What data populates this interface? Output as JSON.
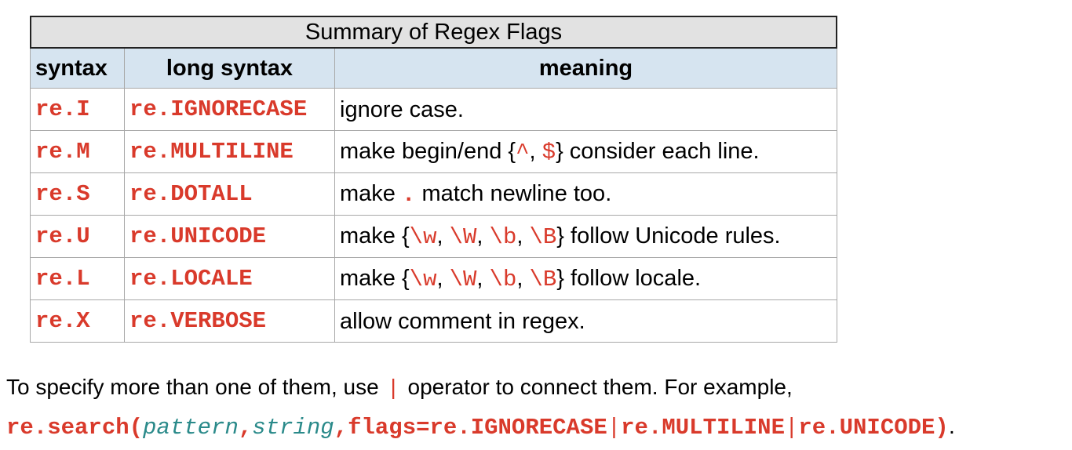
{
  "table": {
    "caption": "Summary of Regex Flags",
    "headers": [
      "syntax",
      "long syntax",
      "meaning"
    ],
    "rows": [
      {
        "syntax": "re.I",
        "long": "re.IGNORECASE",
        "meaning": "ignore case."
      },
      {
        "syntax": "re.M",
        "long": "re.MULTILINE",
        "meaning_pre": "make begin/end {",
        "tok1": "^",
        "sep1": ", ",
        "tok2": "$",
        "meaning_post": "} consider each line."
      },
      {
        "syntax": "re.S",
        "long": "re.DOTALL",
        "meaning_pre": "make ",
        "tok": ".",
        "meaning_post": " match newline too."
      },
      {
        "syntax": "re.U",
        "long": "re.UNICODE",
        "meaning_pre": "make {",
        "t1": "\\w",
        "t2": "\\W",
        "t3": "\\b",
        "t4": "\\B",
        "meaning_post": "} follow Unicode rules."
      },
      {
        "syntax": "re.L",
        "long": "re.LOCALE",
        "meaning_pre": "make {",
        "t1": "\\w",
        "t2": "\\W",
        "t3": "\\b",
        "t4": "\\B",
        "meaning_post": "} follow locale."
      },
      {
        "syntax": "re.X",
        "long": "re.VERBOSE",
        "meaning": "allow comment in regex."
      }
    ]
  },
  "note": {
    "line1_pre": "To specify more than one of them, use",
    "line1_bar": "|",
    "line1_post": "operator to connect them. For example,",
    "code_start": "re.search(",
    "code_arg1": "pattern",
    "code_comma": ",",
    "code_arg2": "string",
    "code_mid": ",flags=re.IGNORECASE",
    "code_bar": "|",
    "code_f2": "re.MULTILINE",
    "code_f3": "re.UNICODE)",
    "code_end": "."
  },
  "colors": {
    "code": "#d93a2b",
    "italic_arg": "#2a8a8a",
    "header_bg": "#d6e4f0",
    "caption_bg": "#e2e2e2"
  }
}
